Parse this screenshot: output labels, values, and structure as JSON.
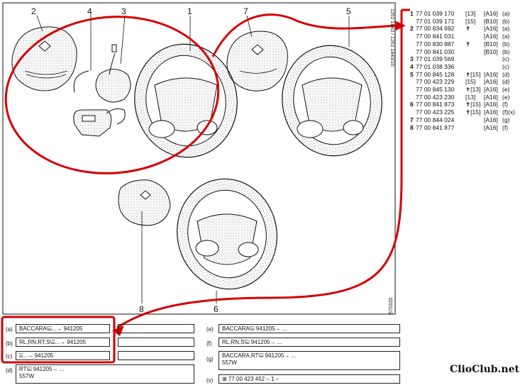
{
  "callouts": [
    "2",
    "4",
    "3",
    "1",
    "7",
    "5",
    "8",
    "6"
  ],
  "side_code": "1262 1843 / 1262 1843/10",
  "bottom_code": "570320",
  "parts": [
    {
      "ref": "1",
      "num": "77 01 039 170",
      "qty": "[13]",
      "code": "[A16]",
      "note": "(a)"
    },
    {
      "ref": "",
      "num": "77 01 039 171",
      "qty": "[15]",
      "code": "[B10]",
      "note": "(b)"
    },
    {
      "ref": "2",
      "num": "77 00 834 692",
      "qty": "✝",
      "code": "[A16]",
      "note": "(a)"
    },
    {
      "ref": "",
      "num": "77 00 841 031",
      "qty": "",
      "code": "[A16]",
      "note": "(a)"
    },
    {
      "ref": "",
      "num": "77 00 830 887",
      "qty": "✝",
      "code": "[B10]",
      "note": "(b)"
    },
    {
      "ref": "",
      "num": "77 00 841 030",
      "qty": "",
      "code": "[B10]",
      "note": "(b)"
    },
    {
      "ref": "3",
      "num": "77 01 039 569",
      "qty": "",
      "code": "",
      "note": "(c)"
    },
    {
      "ref": "4",
      "num": "77 01 038 336",
      "qty": "",
      "code": "",
      "note": "(c)"
    },
    {
      "ref": "5",
      "num": "77 00 845 128",
      "qty": "✝[15]",
      "code": "[A16]",
      "note": "(d)"
    },
    {
      "ref": "",
      "num": "77 00 423 229",
      "qty": "[15]",
      "code": "[A16]",
      "note": "(d)"
    },
    {
      "ref": "",
      "num": "77 00 845 130",
      "qty": "✝[13]",
      "code": "[A16]",
      "note": "(e)"
    },
    {
      "ref": "",
      "num": "77 00 423 230",
      "qty": "[13]",
      "code": "[A16]",
      "note": "(e)"
    },
    {
      "ref": "6",
      "num": "77 00 841 873",
      "qty": "✝[15]",
      "code": "[A16]",
      "note": "(f)"
    },
    {
      "ref": "",
      "num": "77 00 423 225",
      "qty": "✝[15]",
      "code": "[A16]",
      "note": "(f)(x)"
    },
    {
      "ref": "7",
      "num": "77 00 844 024",
      "qty": "",
      "code": "[A16]",
      "note": "(g)"
    },
    {
      "ref": "8",
      "num": "77 00 841 877",
      "qty": "",
      "code": "[A16]",
      "note": "(f)"
    }
  ],
  "legend_left": [
    {
      "key": "(a)",
      "text": "BACCARA\\⌸...→ 941205"
    },
    {
      "key": "(b)",
      "text": "RL,RN,RT,S\\⌸...→ 941205"
    },
    {
      "key": "(c)",
      "text": "⌸...→ 941205"
    },
    {
      "key": "(d)",
      "text": "RT\\⌸ 941205→ ...",
      "text2": "557W"
    }
  ],
  "legend_right": [
    {
      "key": "(e)",
      "text": "BACCARA\\⌸ 941205→ ..."
    },
    {
      "key": "(f)",
      "text": "RL,RN,S\\⌸ 941205→ ..."
    },
    {
      "key": "(g)",
      "text": "BACCARA,RT\\⌸ 941205→ ...",
      "text2": "557W"
    },
    {
      "key": "(x)",
      "text": "⊞        77 00 423 452 – 1 –"
    }
  ],
  "watermark": "ClioClub.net",
  "colors": {
    "highlight": "#d40000",
    "line": "#111111"
  }
}
